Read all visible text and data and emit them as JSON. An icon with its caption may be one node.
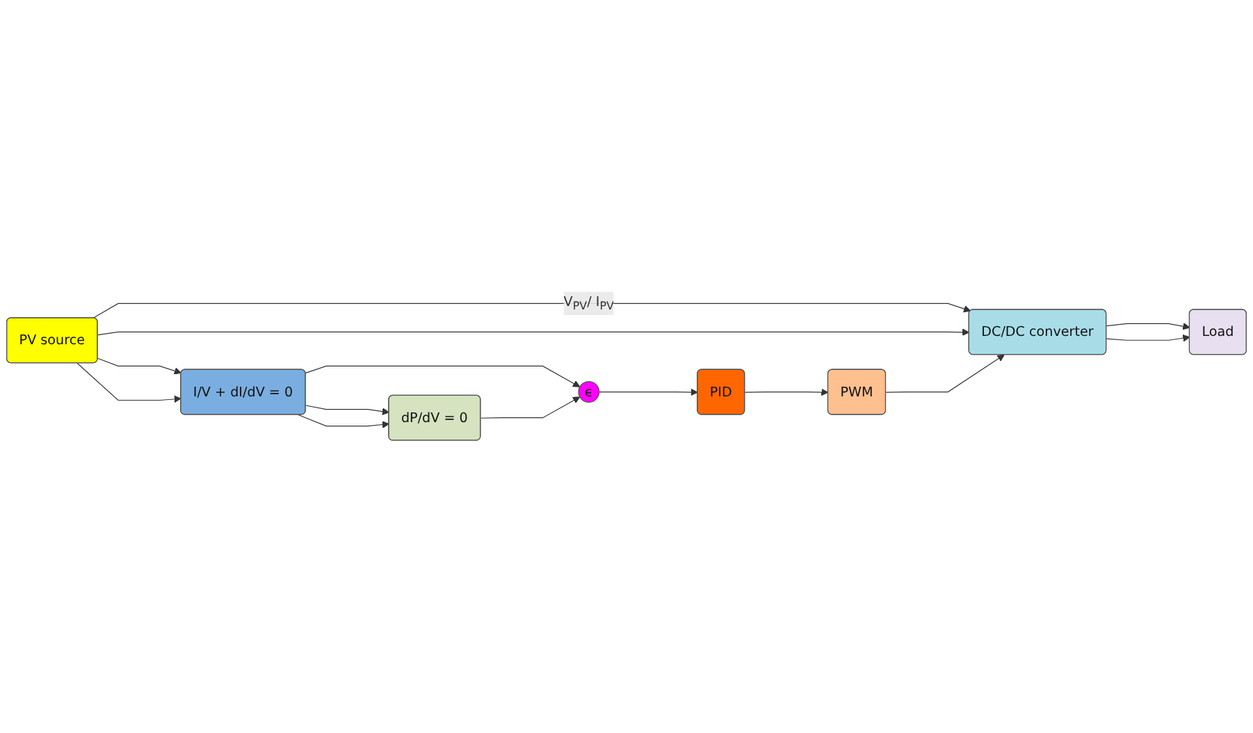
{
  "diagram": {
    "nodes": [
      {
        "text": [
          "PV source"
        ]
      },
      {
        "text": [
          "DC/DC converter"
        ]
      },
      {
        "text": [
          "Load"
        ]
      },
      {
        "text": [
          "I/V + dI/dV = 0"
        ]
      },
      {
        "text": [
          "dP/dV = 0"
        ]
      },
      {
        "text": [
          "PWM"
        ]
      },
      {
        "text": [
          "PID"
        ]
      },
      {
        "text": [
          "ϵ"
        ]
      }
    ],
    "edges": [
      {
        "from": 0,
        "to": 1,
        "arrow": "to",
        "label": "V$_{PV}$/ I$_{PV}$"
      },
      {
        "from": 0,
        "to": 1,
        "arrow": "to"
      },
      {
        "from": 1,
        "to": 2,
        "arrow": "to"
      },
      {
        "from": 1,
        "to": 2,
        "arrow": "to"
      },
      {
        "from": 0,
        "to": 3,
        "arrow": "to"
      },
      {
        "from": 0,
        "to": 3,
        "arrow": "to"
      },
      {
        "from": 3,
        "to": 4,
        "arrow": "to"
      },
      {
        "from": 3,
        "to": 4,
        "arrow": "to"
      },
      {
        "from": 3,
        "to": 7,
        "arrow": "to"
      },
      {
        "from": 4,
        "to": 7,
        "arrow": "to"
      },
      {
        "from": 7,
        "to": 6,
        "arrow": "to"
      },
      {
        "from": 6,
        "to": 5,
        "arrow": "to"
      },
      {
        "from": 5,
        "to": 1,
        "arrow": "to"
      }
    ]
  }
}
